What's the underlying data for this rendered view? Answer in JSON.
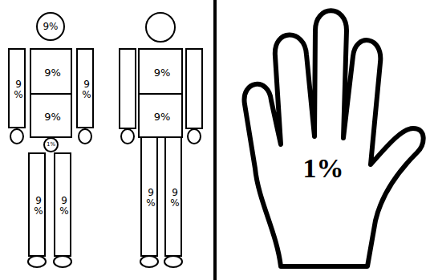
{
  "diagram": {
    "nodes": [
      {
        "text": [
          "9%"
        ]
      },
      {
        "text": [
          "9 %"
        ]
      },
      {
        "text": [
          "9%"
        ]
      },
      {
        "text": [
          "9 %"
        ]
      },
      {
        "text": [
          "9%"
        ]
      },
      {
        "text": [
          "1%"
        ]
      },
      {
        "text": [
          "9 %"
        ]
      },
      {
        "text": [
          "9 %"
        ]
      },
      {
        "text": [
          "9%"
        ]
      },
      {
        "text": [
          "9%"
        ]
      },
      {
        "text": [
          "9 %"
        ]
      },
      {
        "text": [
          "9 %"
        ]
      },
      {
        "text": [
          "1%"
        ]
      }
    ]
  }
}
